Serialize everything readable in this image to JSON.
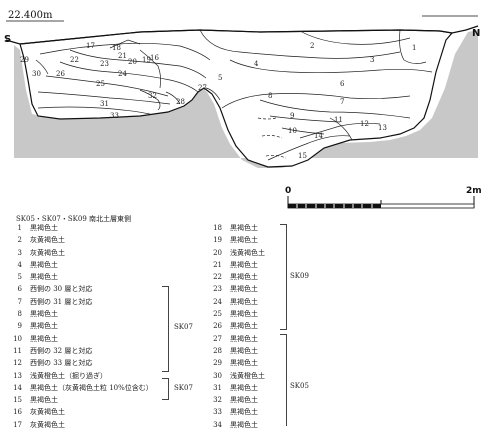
{
  "elevation": "22.400m",
  "south": "S",
  "north": "N",
  "layer_labels": [
    "1",
    "2",
    "3",
    "4",
    "5",
    "6",
    "7",
    "8",
    "9",
    "10",
    "11",
    "12",
    "13",
    "14",
    "15",
    "16",
    "17",
    "18",
    "19",
    "20",
    "21",
    "22",
    "23",
    "24",
    "25",
    "26",
    "27",
    "28",
    "29",
    "30",
    "31",
    "32",
    "33"
  ],
  "scale": {
    "zero": "0",
    "max": "2m"
  },
  "legend": {
    "title": "SK05・SK07・SK09 南北土層東側",
    "left": [
      {
        "num": "1",
        "text": "黒褐色土"
      },
      {
        "num": "2",
        "text": "灰黄褐色土"
      },
      {
        "num": "3",
        "text": "灰黄褐色土"
      },
      {
        "num": "4",
        "text": "黒褐色土"
      },
      {
        "num": "5",
        "text": "黒褐色土"
      },
      {
        "num": "6",
        "text": "西側の 30 層と対応"
      },
      {
        "num": "7",
        "text": "西側の 31 層と対応"
      },
      {
        "num": "8",
        "text": "黒褐色土"
      },
      {
        "num": "9",
        "text": "黒褐色土"
      },
      {
        "num": "10",
        "text": "黒褐色土"
      },
      {
        "num": "11",
        "text": "西側の 32 層と対応"
      },
      {
        "num": "12",
        "text": "西側の 33 層と対応"
      },
      {
        "num": "13",
        "text": "浅黄橙色土（掘り過ぎ）"
      },
      {
        "num": "14",
        "text": "黒褐色土（灰黄褐色土粒 10%位含む）"
      },
      {
        "num": "15",
        "text": "黒褐色土"
      },
      {
        "num": "16",
        "text": "灰黄褐色土"
      },
      {
        "num": "17",
        "text": "灰黄褐色土"
      }
    ],
    "right": [
      {
        "num": "18",
        "text": "黒褐色土"
      },
      {
        "num": "19",
        "text": "黒褐色土"
      },
      {
        "num": "20",
        "text": "浅黄褐色土"
      },
      {
        "num": "21",
        "text": "黒褐色土"
      },
      {
        "num": "22",
        "text": "黒褐色土"
      },
      {
        "num": "23",
        "text": "黒褐色土"
      },
      {
        "num": "24",
        "text": "黒褐色土"
      },
      {
        "num": "25",
        "text": "黒褐色土"
      },
      {
        "num": "26",
        "text": "黒褐色土"
      },
      {
        "num": "27",
        "text": "黒褐色土"
      },
      {
        "num": "28",
        "text": "黒褐色土"
      },
      {
        "num": "29",
        "text": "黒褐色土"
      },
      {
        "num": "30",
        "text": "浅黄橙色土"
      },
      {
        "num": "31",
        "text": "黒褐色土"
      },
      {
        "num": "32",
        "text": "黒褐色土"
      },
      {
        "num": "33",
        "text": "黒褐色土"
      },
      {
        "num": "34",
        "text": "黒褐色土"
      }
    ],
    "pits": {
      "sk07": "SK07",
      "sk09": "SK09",
      "sk05": "SK05"
    }
  }
}
